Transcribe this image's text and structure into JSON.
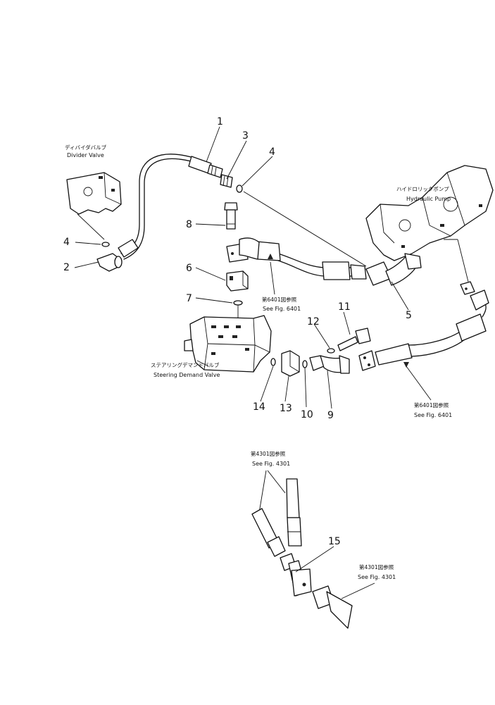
{
  "labels": {
    "divider_valve": {
      "jp": "ディバイダバルブ",
      "en": "Divider Valve"
    },
    "hydraulic_pump": {
      "jp": "ハイドロリックポンプ",
      "en": "Hydraulic Pump"
    },
    "steering_valve": {
      "jp": "ステアリングデマンドバルブ",
      "en": "Steering Demand Valve"
    },
    "ref_6401_a": {
      "jp": "第6401図参照",
      "en": "See Fig. 6401"
    },
    "ref_6401_b": {
      "jp": "第6401図参照",
      "en": "See Fig. 6401"
    },
    "ref_4301_a": {
      "jp": "第4301図参照",
      "en": "See Fig. 4301"
    },
    "ref_4301_b": {
      "jp": "第4301図参照",
      "en": "See Fig. 4301"
    }
  },
  "callouts": {
    "p1": "1",
    "p2": "2",
    "p3": "3",
    "p4a": "4",
    "p4b": "4",
    "p5": "5",
    "p6": "6",
    "p7": "7",
    "p8": "8",
    "p9": "9",
    "p10": "10",
    "p11": "11",
    "p12": "12",
    "p13": "13",
    "p14": "14",
    "p15": "15"
  }
}
